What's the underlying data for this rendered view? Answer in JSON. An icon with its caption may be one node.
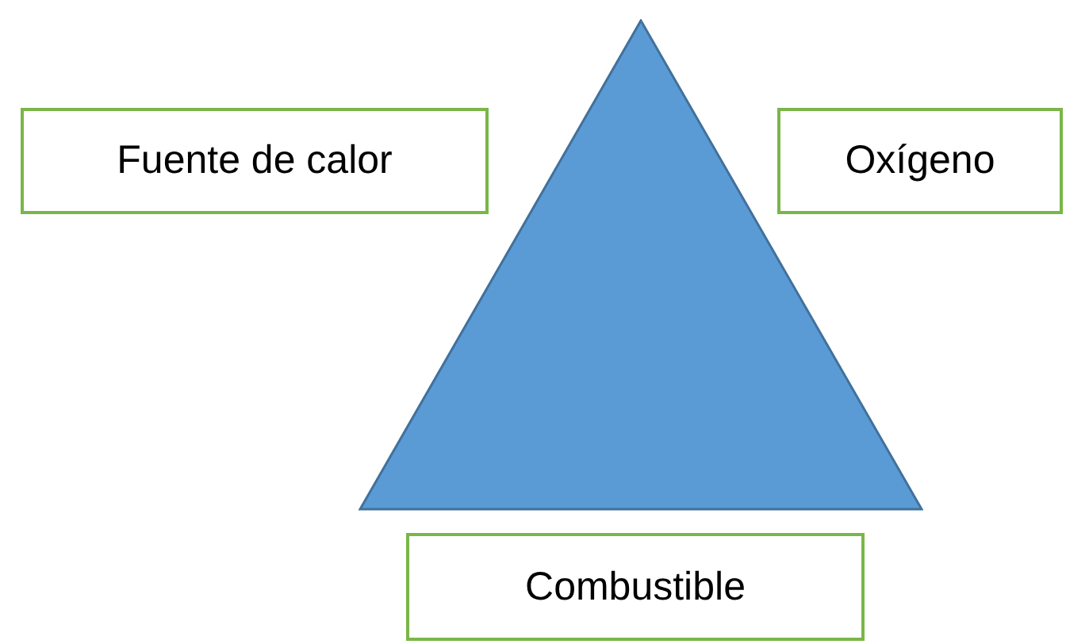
{
  "diagram": {
    "nodes": [
      {
        "text": [],
        "shape": "triangle"
      },
      {
        "text": [
          "Fuente de calor"
        ]
      },
      {
        "text": [
          "Oxígeno"
        ]
      },
      {
        "text": [
          "Combustible"
        ]
      }
    ]
  }
}
